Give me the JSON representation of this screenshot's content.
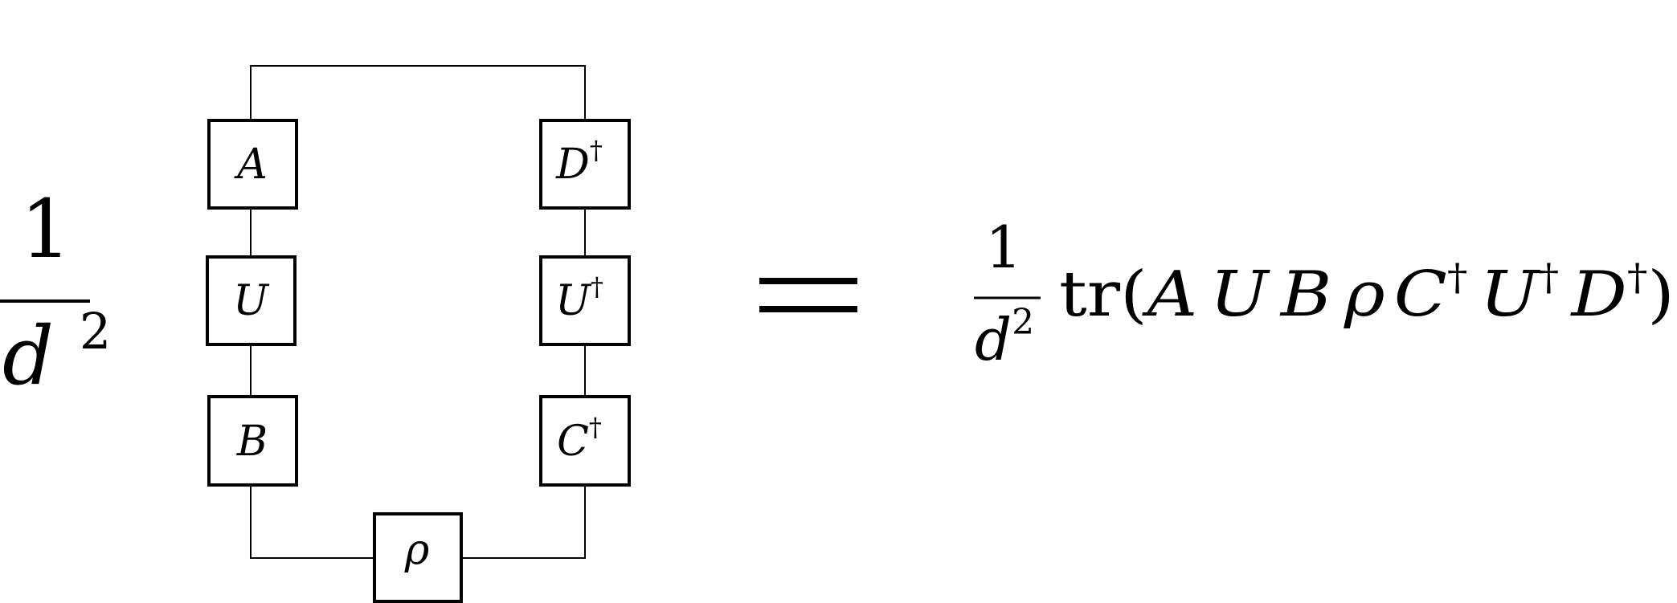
{
  "lhs": {
    "prefactor": {
      "numerator": "1",
      "denominator_base": "d",
      "denominator_exponent": "2"
    },
    "tensors": {
      "A": {
        "symbol": "A",
        "dagger": ""
      },
      "U": {
        "symbol": "U",
        "dagger": ""
      },
      "B": {
        "symbol": "B",
        "dagger": ""
      },
      "rho": {
        "symbol": "ρ",
        "dagger": ""
      },
      "C": {
        "symbol": "C",
        "dagger": "†"
      },
      "Ud": {
        "symbol": "U",
        "dagger": "†"
      },
      "D": {
        "symbol": "D",
        "dagger": "†"
      }
    }
  },
  "equals": "=",
  "rhs": {
    "prefactor": {
      "numerator": "1",
      "denominator_base": "d",
      "denominator_exponent": "2"
    },
    "trace": {
      "op": "tr",
      "open": "(",
      "close": ")",
      "terms": [
        {
          "symbol": "A",
          "dagger": ""
        },
        {
          "symbol": "U",
          "dagger": ""
        },
        {
          "symbol": "B",
          "dagger": ""
        },
        {
          "symbol": "ρ",
          "dagger": ""
        },
        {
          "symbol": "C",
          "dagger": "†"
        },
        {
          "symbol": "U",
          "dagger": "†"
        },
        {
          "symbol": "D",
          "dagger": "†"
        }
      ]
    }
  },
  "colors": {
    "ink": "#000000",
    "background": "#ffffff"
  }
}
